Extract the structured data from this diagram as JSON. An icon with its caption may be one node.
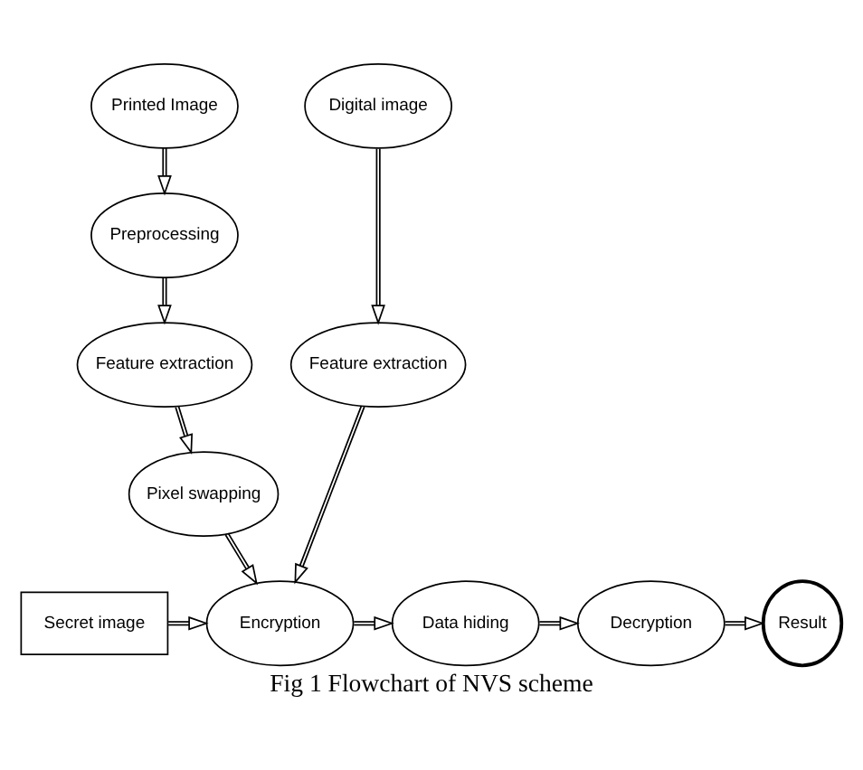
{
  "diagram": {
    "caption": "Fig 1 Flowchart of NVS scheme",
    "nodes": [
      {
        "text": [
          "Printed Image"
        ]
      },
      {
        "text": [
          "Digital image"
        ]
      },
      {
        "text": [
          "Preprocessing"
        ]
      },
      {
        "text": [
          "Feature extraction"
        ]
      },
      {
        "text": [
          "Feature extraction"
        ]
      },
      {
        "text": [
          "Pixel swapping"
        ]
      },
      {
        "text": [
          "Secret image"
        ]
      },
      {
        "text": [
          "Encryption"
        ]
      },
      {
        "text": [
          "Data hiding"
        ]
      },
      {
        "text": [
          "Decryption"
        ]
      },
      {
        "text": [
          "Result"
        ]
      }
    ],
    "edges": [
      {
        "from": 0,
        "to": 2,
        "arrow": "to"
      },
      {
        "from": 2,
        "to": 3,
        "arrow": "to"
      },
      {
        "from": 3,
        "to": 5,
        "arrow": "to"
      },
      {
        "from": 5,
        "to": 7,
        "arrow": "to"
      },
      {
        "from": 1,
        "to": 4,
        "arrow": "to"
      },
      {
        "from": 4,
        "to": 7,
        "arrow": "to"
      },
      {
        "from": 6,
        "to": 7,
        "arrow": "to"
      },
      {
        "from": 7,
        "to": 8,
        "arrow": "to"
      },
      {
        "from": 8,
        "to": 9,
        "arrow": "to"
      },
      {
        "from": 9,
        "to": 10,
        "arrow": "to"
      }
    ]
  }
}
